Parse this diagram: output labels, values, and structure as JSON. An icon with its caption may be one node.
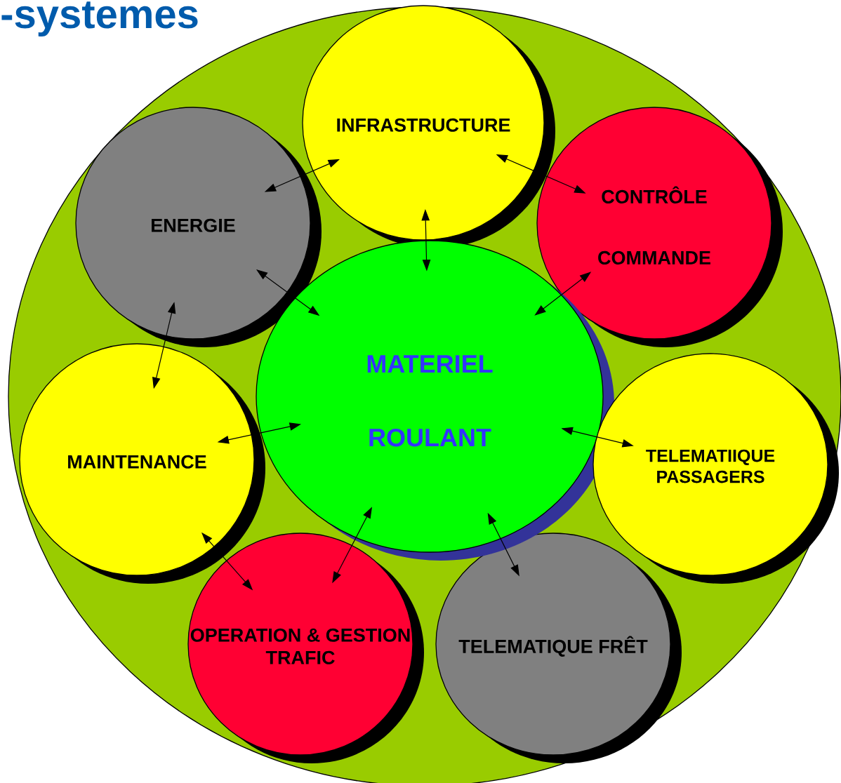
{
  "diagram": {
    "title": "-systemes",
    "nodes": [
      {
        "text": [],
        "shape": "circle"
      },
      {
        "text": [
          "INFRASTRUCTURE"
        ],
        "in": 0
      },
      {
        "text": [
          "ENERGIE"
        ],
        "in": 0
      },
      {
        "text": [
          "CONTRÔLE",
          "COMMANDE"
        ],
        "in": 0
      },
      {
        "text": [
          "MATERIEL",
          "ROULANT"
        ],
        "in": 0
      },
      {
        "text": [
          "MAINTENANCE"
        ],
        "in": 0
      },
      {
        "text": [
          "TELEMATIIQUE PASSAGERS"
        ],
        "in": 0
      },
      {
        "text": [
          "OPERATION & GESTION TRAFIC"
        ],
        "in": 0
      },
      {
        "text": [
          "TELEMATIQUE FRÊT"
        ],
        "in": 0
      }
    ],
    "edges": [
      {
        "from": 1,
        "to": 2,
        "arrow": "both"
      },
      {
        "from": 1,
        "to": 3,
        "arrow": "both"
      },
      {
        "from": 1,
        "to": 4,
        "arrow": "both"
      },
      {
        "from": 2,
        "to": 4,
        "arrow": "both"
      },
      {
        "from": 3,
        "to": 4,
        "arrow": "both"
      },
      {
        "from": 2,
        "to": 5,
        "arrow": "both"
      },
      {
        "from": 5,
        "to": 4,
        "arrow": "both"
      },
      {
        "from": 4,
        "to": 6,
        "arrow": "both"
      },
      {
        "from": 5,
        "to": 7,
        "arrow": "both"
      },
      {
        "from": 4,
        "to": 7,
        "arrow": "both"
      },
      {
        "from": 4,
        "to": 8,
        "arrow": "both"
      }
    ]
  }
}
